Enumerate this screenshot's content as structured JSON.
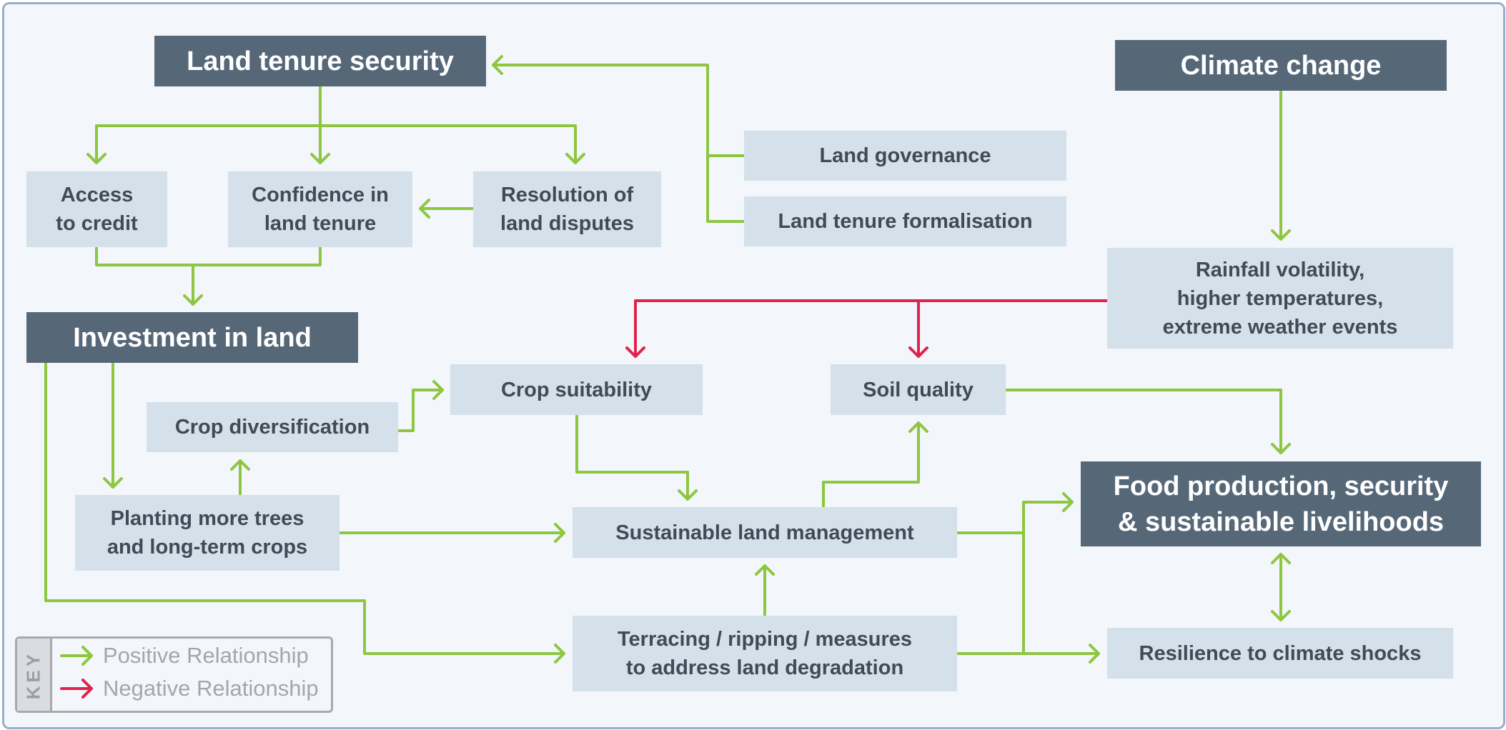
{
  "colors": {
    "positive": "#8dc63f",
    "negative": "#e0234e",
    "dark_box": "#566878",
    "light_box": "#d4e0ea"
  },
  "nodes": {
    "land_tenure_security": "Land tenure security",
    "climate_change": "Climate change",
    "land_governance": "Land governance",
    "land_tenure_formalisation": "Land tenure formalisation",
    "access_to_credit": [
      "Access",
      "to credit"
    ],
    "confidence_in_land_tenure": [
      "Confidence in",
      "land tenure"
    ],
    "resolution_of_land_disputes": [
      "Resolution of",
      "land disputes"
    ],
    "rainfall_volatility": [
      "Rainfall volatility,",
      "higher temperatures,",
      "extreme weather events"
    ],
    "investment_in_land": "Investment in land",
    "crop_suitability": "Crop suitability",
    "soil_quality": "Soil quality",
    "crop_diversification": "Crop diversification",
    "food_production": [
      "Food production, security",
      "& sustainable livelihoods"
    ],
    "planting_more_trees": [
      "Planting more trees",
      "and long-term crops"
    ],
    "sustainable_land_management": "Sustainable land management",
    "terracing": [
      "Terracing / ripping / measures",
      "to address land degradation"
    ],
    "resilience": "Resilience to climate shocks"
  },
  "key": {
    "title": "KEY",
    "positive_label": "Positive Relationship",
    "negative_label": "Negative Relationship"
  }
}
